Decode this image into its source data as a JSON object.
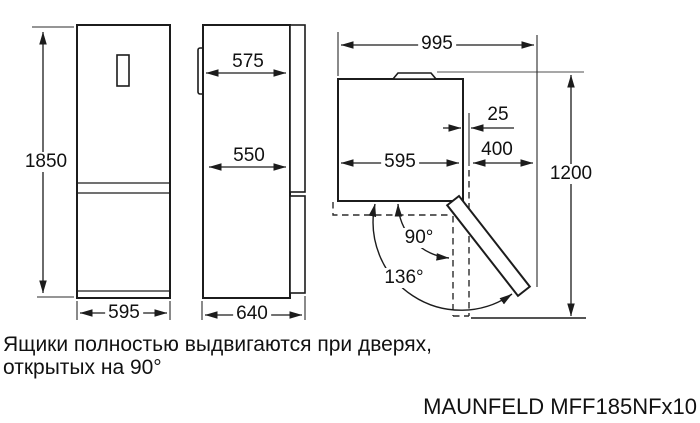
{
  "diagram": {
    "front_view": {
      "height": "1850",
      "width": "595"
    },
    "side_view": {
      "depth_body": "575",
      "depth_lower": "550",
      "depth_total": "640"
    },
    "top_view": {
      "width_with_door_open": "995",
      "hinge_clearance": "25",
      "body_width": "595",
      "door_open_width": "400",
      "depth_with_door_open": "1200",
      "door_angle_standard": "90°",
      "door_angle_max": "136°"
    },
    "note_line1": "Ящики полностью выдвигаются при дверях,",
    "note_line2": "открытых на 90°",
    "model": "MAUNFELD MFF185NFx10"
  }
}
